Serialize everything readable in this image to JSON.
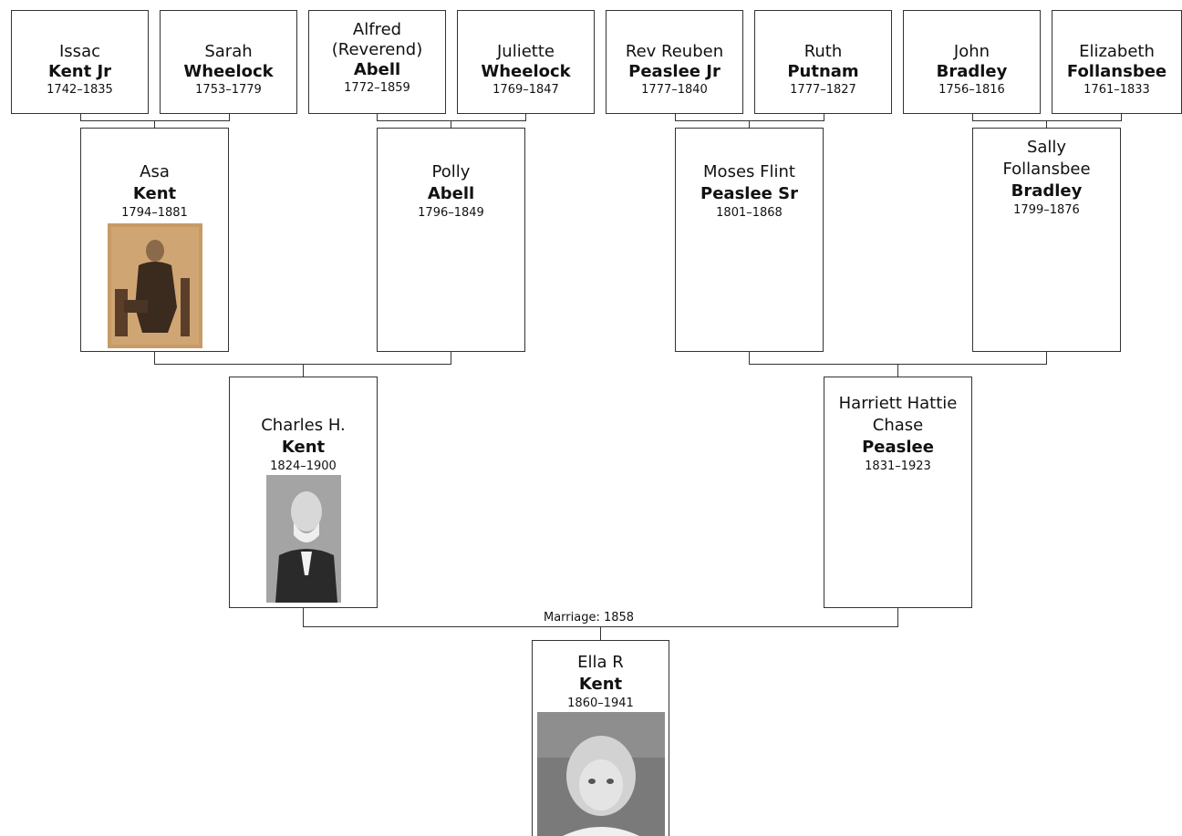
{
  "generation3": [
    {
      "given": "Issac",
      "surname": "Kent Jr",
      "years": "1742–1835"
    },
    {
      "given": "Sarah",
      "surname": "Wheelock",
      "years": "1753–1779"
    },
    {
      "given": "Alfred",
      "given2": "(Reverend)",
      "surname": "Abell",
      "years": "1772–1859"
    },
    {
      "given": "Juliette",
      "surname": "Wheelock",
      "years": "1769–1847"
    },
    {
      "given": "Rev Reuben",
      "surname": "Peaslee Jr",
      "years": "1777–1840"
    },
    {
      "given": "Ruth",
      "surname": "Putnam",
      "years": "1777–1827"
    },
    {
      "given": "John",
      "surname": "Bradley",
      "years": "1756–1816"
    },
    {
      "given": "Elizabeth",
      "surname": "Follansbee",
      "years": "1761–1833"
    }
  ],
  "generation2": [
    {
      "given": "Asa",
      "surname": "Kent",
      "years": "1794–1881"
    },
    {
      "given": "Polly",
      "surname": "Abell",
      "years": "1796–1849"
    },
    {
      "given": "Moses Flint",
      "surname": "Peaslee Sr",
      "years": "1801–1868"
    },
    {
      "given": "Sally",
      "given2": "Follansbee",
      "surname": "Bradley",
      "years": "1799–1876"
    }
  ],
  "generation1": [
    {
      "given": "Charles H.",
      "surname": "Kent",
      "years": "1824–1900"
    },
    {
      "given": "Harriett Hattie",
      "given2": "Chase",
      "surname": "Peaslee",
      "years": "1831–1923"
    }
  ],
  "marriage_label": "Marriage: 1858",
  "root": {
    "given": "Ella R",
    "surname": "Kent",
    "years": "1860–1941"
  },
  "colors": {
    "line": "#333333",
    "sepia": "#c79a66",
    "photo_gray": "#777777"
  }
}
